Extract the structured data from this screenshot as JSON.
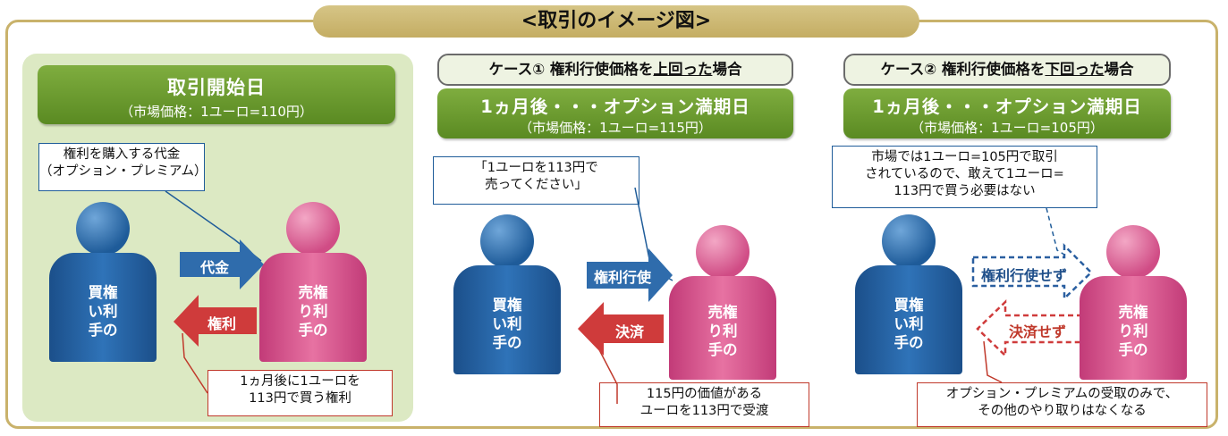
{
  "title": "<取引のイメージ図>",
  "panel1": {
    "head_title": "取引開始日",
    "head_sub": "（市場価格：1ユーロ=110円）",
    "note_top": [
      "権利を購入する代金",
      "（オプション・プレミアム）"
    ],
    "arrow_right": "代金",
    "arrow_left": "権利",
    "buyer_label": [
      "買権",
      "い利",
      "手の"
    ],
    "seller_label": [
      "売権",
      "り利",
      "手の"
    ],
    "note_bottom": [
      "1ヵ月後に1ユーロを",
      "113円で買う権利"
    ]
  },
  "panel2": {
    "case_label_pre": "ケース① 権利行使価格を",
    "case_label_ul": "上回った",
    "case_label_post": "場合",
    "head_title": "1ヵ月後・・・オプション満期日",
    "head_sub": "（市場価格：1ユーロ=115円）",
    "note_top": [
      "「1ユーロを113円で",
      "売ってください」"
    ],
    "arrow_right": "権利行使",
    "arrow_left": "決済",
    "buyer_label": [
      "買権",
      "い利",
      "手の"
    ],
    "seller_label": [
      "売権",
      "り利",
      "手の"
    ],
    "note_bottom": [
      "115円の価値がある",
      "ユーロを113円で受渡"
    ]
  },
  "panel3": {
    "case_label_pre": "ケース② 権利行使価格を",
    "case_label_ul": "下回った",
    "case_label_post": "場合",
    "head_title": "1ヵ月後・・・オプション満期日",
    "head_sub": "（市場価格：1ユーロ=105円）",
    "note_top": [
      "市場では1ユーロ=105円で取引",
      "されているので、敢えて1ユーロ=",
      "113円で買う必要はない"
    ],
    "arrow_right": "権利行使せず",
    "arrow_left": "決済せず",
    "buyer_label": [
      "買権",
      "い利",
      "手の"
    ],
    "seller_label": [
      "売権",
      "り利",
      "手の"
    ],
    "note_bottom": [
      "オプション・プレミアムの受取のみで、",
      "その他のやり取りはなくなる"
    ]
  },
  "colors": {
    "frame_gold": "#c9b26b",
    "green_bg": "#dce9c3",
    "header_green": "#6a9a2e",
    "buyer_blue": "#1f5c99",
    "seller_pink": "#d9578f",
    "arrow_red": "#c0392b"
  }
}
